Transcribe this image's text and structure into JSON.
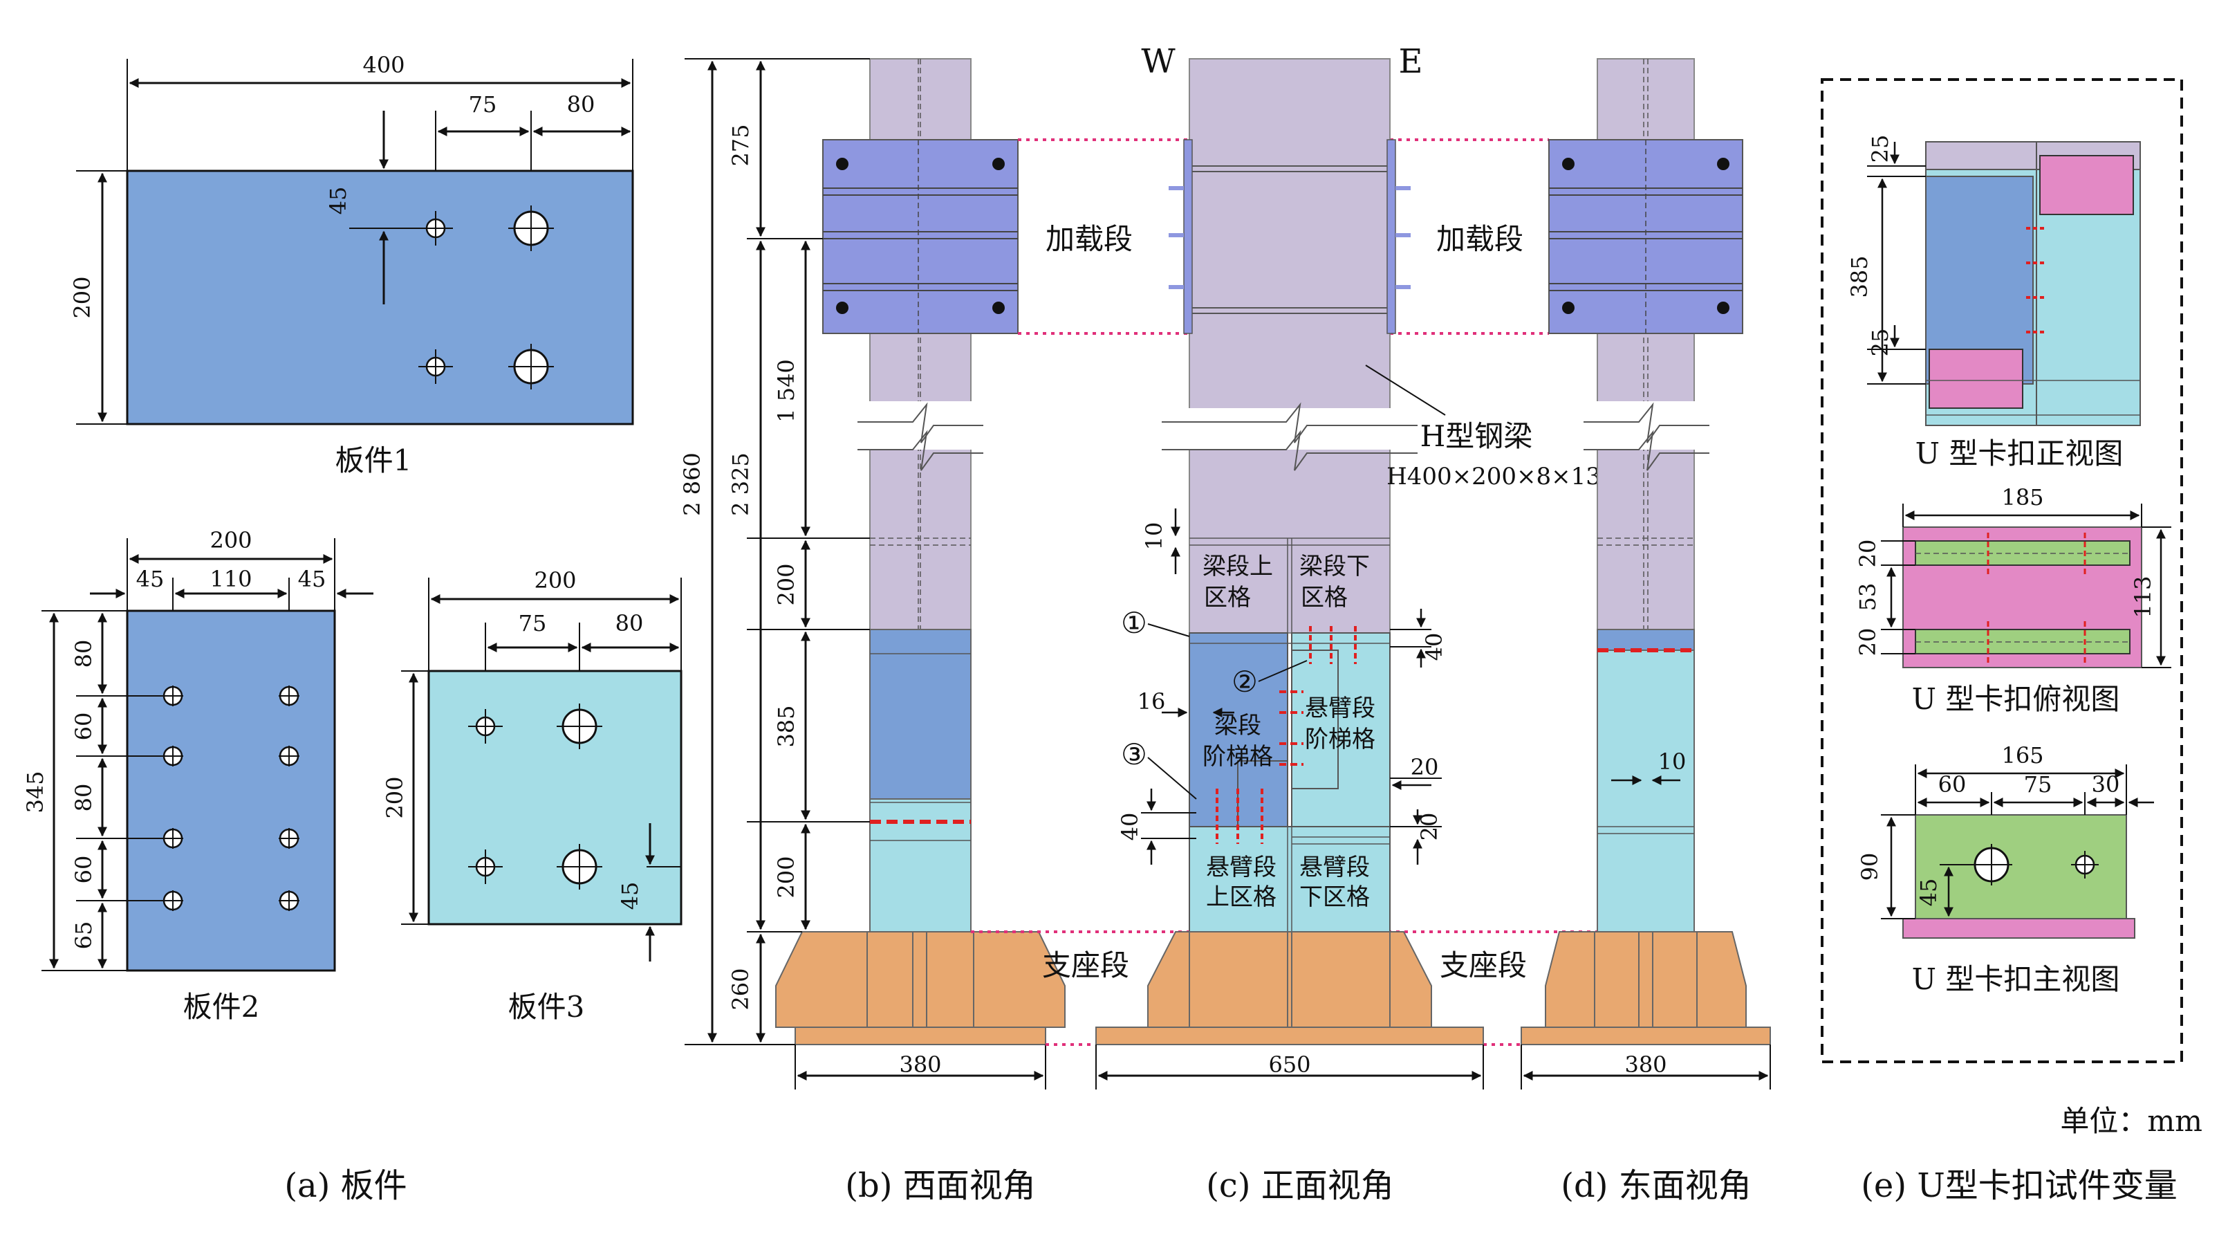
{
  "colors": {
    "plate_blue": "#7da4d9",
    "plate_cyan": "#a5dde6",
    "column_lilac": "#c9bfd9",
    "loading_blue": "#8e97e0",
    "support_orange": "#e8a870",
    "clip_pink": "#e389c5",
    "clip_green": "#9fcf80",
    "web_blue": "#7a9fd6",
    "red_dash": "#e02020"
  },
  "panel_a": {
    "plate1": {
      "label": "板件1",
      "w": "400",
      "h": "200",
      "d75": "75",
      "d80": "80",
      "d45": "45"
    },
    "plate2": {
      "label": "板件2",
      "w": "200",
      "d45a": "45",
      "d110": "110",
      "d45b": "45",
      "h": "345",
      "d80a": "80",
      "d60a": "60",
      "d80b": "80",
      "d60b": "60",
      "d65": "65"
    },
    "plate3": {
      "label": "板件3",
      "w": "200",
      "d75": "75",
      "d80": "80",
      "h": "200",
      "d45": "45"
    }
  },
  "panel_b": {
    "d2860": "2 860",
    "d2325": "2 325",
    "d275": "275",
    "d1540": "1 540",
    "d200a": "200",
    "d385": "385",
    "d200b": "200",
    "d260": "260",
    "loading": "加载段",
    "support": "支座段",
    "base": "380"
  },
  "panel_c": {
    "W": "W",
    "E": "E",
    "beam_name": "H型钢梁",
    "beam_spec": "H400×200×8×13",
    "d10": "10",
    "d40a": "40",
    "d16": "16",
    "d20a": "20",
    "d20b": "20",
    "d40b": "40",
    "m1": "①",
    "m2": "②",
    "m3": "③",
    "upper_beam_1": "梁段上",
    "upper_beam_2": "区格",
    "lower_beam_1": "梁段下",
    "lower_beam_2": "区格",
    "beam_stair_1": "梁段",
    "beam_stair_2": "阶梯格",
    "cant_stair_1": "悬臂段",
    "cant_stair_2": "阶梯格",
    "cant_up_1": "悬臂段",
    "cant_up_2": "上区格",
    "cant_low_1": "悬臂段",
    "cant_low_2": "下区格",
    "base": "650"
  },
  "panel_d": {
    "loading": "加载段",
    "support": "支座段",
    "d10": "10",
    "base": "380"
  },
  "panel_e": {
    "front_title": "U 型卡扣正视图",
    "f25a": "25",
    "f385": "385",
    "f25b": "25",
    "top_title": "U 型卡扣俯视图",
    "t185": "185",
    "t20a": "20",
    "t53": "53",
    "t20b": "20",
    "t113": "113",
    "main_title": "U 型卡扣主视图",
    "m165": "165",
    "m60": "60",
    "m75": "75",
    "m30": "30",
    "m90": "90",
    "m45": "45"
  },
  "unit": "单位：mm",
  "captions": {
    "a": "(a) 板件",
    "b": "(b) 西面视角",
    "c": "(c) 正面视角",
    "d": "(d) 东面视角",
    "e": "(e) U型卡扣试件变量"
  }
}
